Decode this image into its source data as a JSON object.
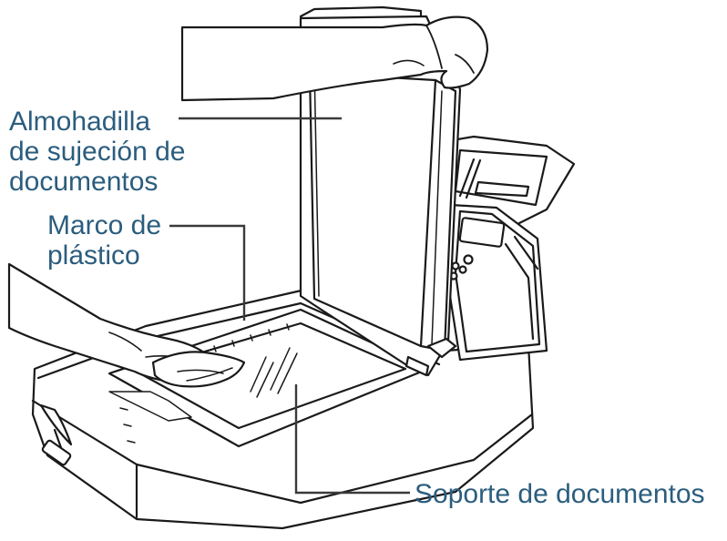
{
  "figure": {
    "subject": "flatbed scanner with open document cover being cleaned by hand",
    "callouts": [
      {
        "id": "almohadilla",
        "text": "Almohadilla\nde sujeción de\ndocumentos"
      },
      {
        "id": "marco",
        "text": "Marco de\nplástico"
      },
      {
        "id": "soporte",
        "text": "Soporte de documentos"
      }
    ]
  },
  "colors": {
    "callout_text": "#2b5d7e",
    "leader_line": "#3a3a3a",
    "outline": "#1a1a1a",
    "fill": "#ffffff"
  }
}
